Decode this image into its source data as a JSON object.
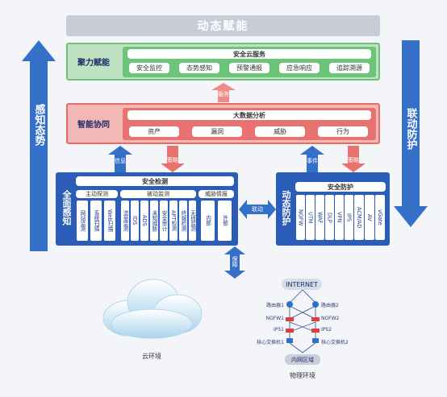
{
  "header": {
    "title": "动态赋能"
  },
  "left_arrow": {
    "label": "感知态势"
  },
  "right_arrow": {
    "label": "联动防护"
  },
  "green_band": {
    "label": "聚力赋能",
    "service_title": "安全云服务",
    "items": [
      "安全监控",
      "态势感知",
      "预警通报",
      "应急响应",
      "追踪溯源"
    ]
  },
  "service_arrow": {
    "label": "服务"
  },
  "red_band": {
    "label": "智能协同",
    "title": "大数据分析",
    "items": [
      "资产",
      "漏洞",
      "威胁",
      "行为"
    ]
  },
  "arrows_mid": {
    "info": "信息",
    "strategy_left": "策略",
    "event": "事件",
    "strategy_right": "策略"
  },
  "perception": {
    "label": "全面感知",
    "title": "安全检测",
    "groups": [
      "主动探测",
      "被动监测",
      "威胁情报"
    ],
    "active_items": [
      "网站监测",
      "系统扫描",
      "Web扫描"
    ],
    "passive_items": [
      "流量监测",
      "IDS",
      "ADS",
      "未知威胁",
      "安全审计",
      "APT检测",
      "终端检测",
      "无线监测"
    ],
    "intel_items": [
      "内部",
      "外部"
    ]
  },
  "linkage": {
    "label": "联动"
  },
  "protection": {
    "label": "动态防护",
    "title": "安全防护",
    "items": [
      "NGFW",
      "UTM",
      "WAF",
      "DLP",
      "VPN",
      "IPS",
      "ACM/AD",
      "AV",
      "vGate"
    ]
  },
  "guarantee": {
    "label": "保障"
  },
  "cloud": {
    "label": "云环境"
  },
  "physical": {
    "label": "物理环境",
    "internet": "INTERNET",
    "zone": "内网区域",
    "left_labels": [
      "路由器1",
      "NGFW1",
      "IPS1",
      "核心交换机1"
    ],
    "right_labels": [
      "路由器2",
      "NGFW2",
      "IPS2",
      "核心交换机2"
    ]
  }
}
